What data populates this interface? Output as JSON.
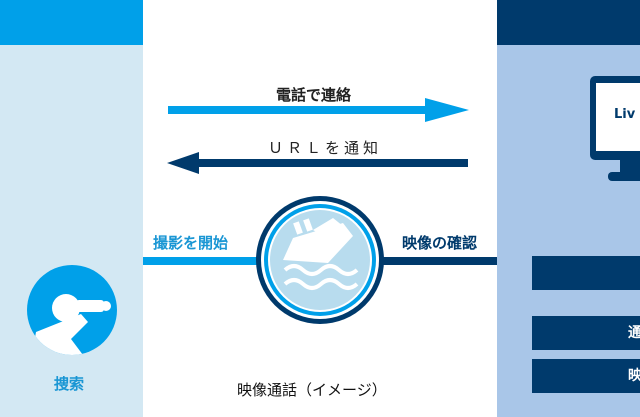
{
  "colors": {
    "light_blue": "#00a0e9",
    "navy": "#003a6c",
    "left_bg": "#d3e8f3",
    "right_bg": "#a9c6e8"
  },
  "arrows": {
    "top_label": "電話で連絡",
    "bottom_label": "ＵＲＬを通知"
  },
  "center": {
    "left_label": "撮影を開始",
    "right_label": "映像の確認",
    "caption": "映像通話（イメージ）",
    "icon": "sinking-boat-icon"
  },
  "left_panel": {
    "label": "捜索",
    "icon": "person-with-binoculars-icon"
  },
  "right_panel": {
    "monitor_text": "Liv",
    "box_2": "通",
    "box_3": "映"
  }
}
